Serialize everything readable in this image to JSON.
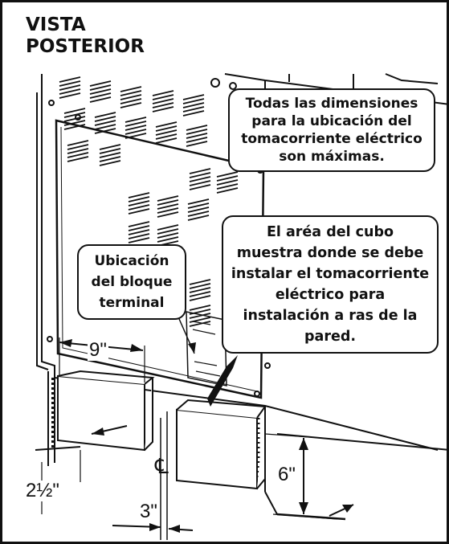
{
  "heading": {
    "line1": "VISTA",
    "line2": "POSTERIOR"
  },
  "callouts": {
    "dimensions": {
      "lines": [
        "Todas las dimensiones",
        "para la ubicación del",
        "tomacorriente eléctrico",
        "son máximas."
      ]
    },
    "outlet_area": {
      "lines": [
        "El aréa del cubo",
        "muestra donde se debe",
        "instalar el tomacorriente",
        "eléctrico para",
        "instalación a ras de la",
        "pared."
      ]
    },
    "terminal_block": {
      "lines": [
        "Ubicación",
        "del bloque",
        "terminal"
      ]
    }
  },
  "dimensions": {
    "width_left": "9\"",
    "height": "6\"",
    "depth": "2½\"",
    "offset_center": "3\"",
    "centerline_symbol": "℄"
  }
}
